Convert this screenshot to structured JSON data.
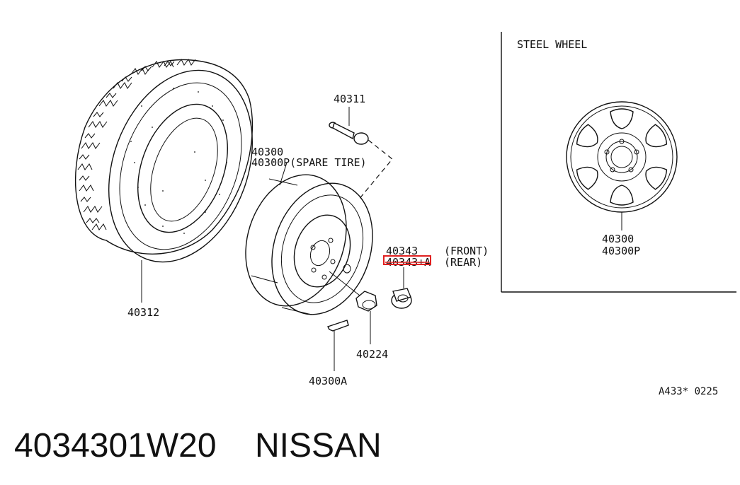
{
  "inset": {
    "title": "STEEL WHEEL",
    "part_1": "40300",
    "part_2": "40300P"
  },
  "labels": {
    "valve": "40311",
    "wheel_1": "40300",
    "wheel_2": "40300P(SPARE TIRE)",
    "tire": "40312",
    "cap_front_num": "40343",
    "cap_front": "(FRONT)",
    "cap_rear_num": "40343+A",
    "cap_rear": "(REAR)",
    "nut": "40224",
    "weight": "40300A",
    "drawing_code": "A433* 0225"
  },
  "footer": {
    "part_number": "4034301W20",
    "brand": "NISSAN"
  },
  "highlight": {
    "color": "#e02020",
    "target": "40343+A"
  }
}
